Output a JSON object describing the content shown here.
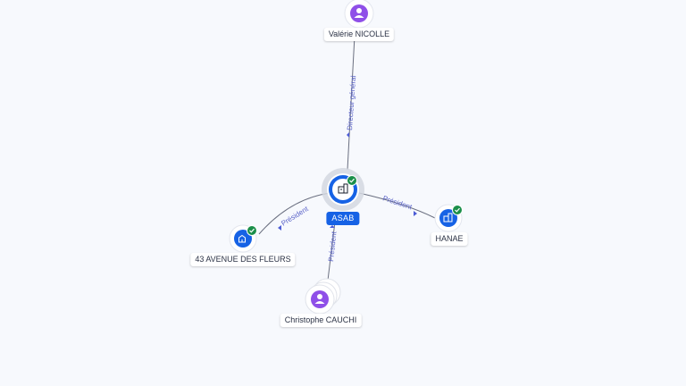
{
  "nodes": {
    "center": {
      "label": "ASAB",
      "kind": "company",
      "verified": true
    },
    "top": {
      "label": "Valérie NICOLLE",
      "kind": "person"
    },
    "left": {
      "label": "43 AVENUE DES FLEURS",
      "kind": "company",
      "verified": true
    },
    "right": {
      "label": "HANAE",
      "kind": "company",
      "verified": true
    },
    "bottom": {
      "label": "Christophe CAUCHI",
      "kind": "person"
    }
  },
  "edges": [
    {
      "from": "top",
      "to": "center",
      "label": "Directeur général"
    },
    {
      "from": "center",
      "to": "left",
      "label": "Président"
    },
    {
      "from": "center",
      "to": "right",
      "label": "Président"
    },
    {
      "from": "bottom",
      "to": "center",
      "label": "Président"
    }
  ],
  "colors": {
    "background": "#f7f9fd",
    "company_blue": "#1662e5",
    "person_purple": "#8f4fe8",
    "verified_green": "#1b8f4a",
    "edge_label": "#5a63c8"
  },
  "icons": {
    "company": "building-icon",
    "person": "person-icon",
    "verified": "check-badge-icon"
  }
}
